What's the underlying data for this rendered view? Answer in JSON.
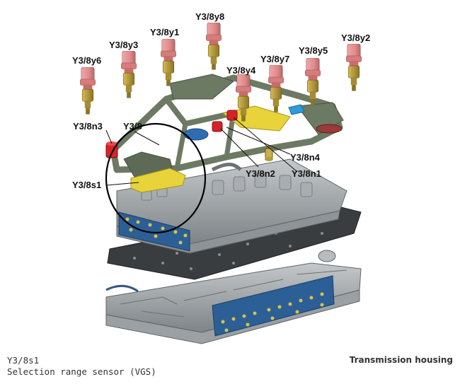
{
  "labels": {
    "y3_8y6": "Y3/8y6",
    "y3_8y3": "Y3/8y3",
    "y3_8y1": "Y3/8y1",
    "y3_8y8": "Y3/8y8",
    "y3_8y4": "Y3/8y4",
    "y3_8y7": "Y3/8y7",
    "y3_8y5": "Y3/8y5",
    "y3_8y2": "Y3/8y2",
    "y3_8n3": "Y3/8n3",
    "y3_8": "Y3/8",
    "y3_8n4": "Y3/8n4",
    "y3_8n2": "Y3/8n2",
    "y3_8n1": "Y3/8n1",
    "y3_8s1": "Y3/8s1"
  },
  "caption": {
    "code": "Y3/8s1",
    "description": "Selection range sensor (VGS)",
    "housing": "Transmission housing"
  },
  "colors": {
    "solenoid": "#e08a8a",
    "solenoid_base": "#b89a3a",
    "plate": "#8f9496",
    "carrier": "#6d7a63",
    "gasket": "#3a3d40",
    "blue_connector": "#2f6db3",
    "yellow_part": "#e8d33a",
    "sensor_red": "#d8222a",
    "highlight_circle": "#000000"
  }
}
